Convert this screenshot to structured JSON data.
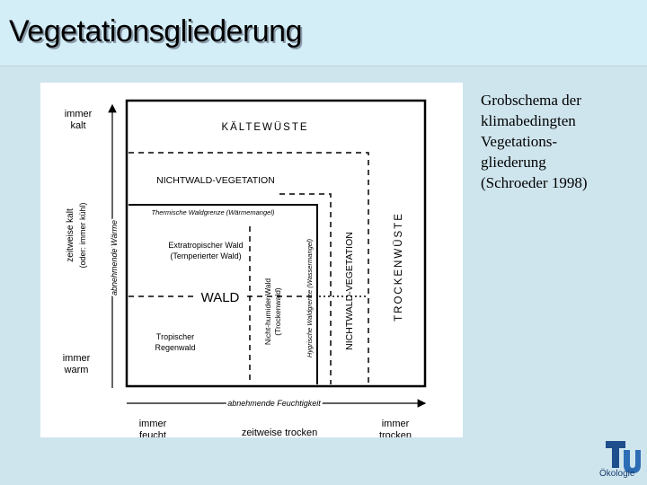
{
  "slide": {
    "title": "Vegetationsgliederung",
    "caption_lines": [
      "Grobschema der",
      "klimabedingten",
      "Vegetations-",
      "gliederung",
      "(Schroeder 1998)"
    ],
    "logo_text": "Ökologie"
  },
  "diagram": {
    "left_labels": {
      "top": [
        "immer",
        "kalt"
      ],
      "middle": "zeitweise kalt",
      "middle_sub": "(oder: immer kühl)",
      "axis": "abnehmende Wärme",
      "bottom": [
        "immer",
        "warm"
      ]
    },
    "bottom_labels": {
      "left": [
        "immer",
        "feucht"
      ],
      "middle": "zeitweise trocken",
      "right": [
        "immer",
        "trocken"
      ],
      "axis": "abnehmende Feuchtigkeit"
    },
    "zones": {
      "kaeltewueste": "KÄLTEWÜSTE",
      "nichtwald_top": "NICHTWALD-VEGETATION",
      "thermische": "Thermische Waldgrenze (Wärmemangel)",
      "extratropisch": [
        "Extratropischer Wald",
        "(Temperierter Wald)"
      ],
      "wald": "WALD",
      "tropisch": [
        "Tropischer",
        "Regenwald"
      ],
      "nichthumid": [
        "Nicht-humider Wald",
        "(Trockenwald)"
      ],
      "hygrische": "Hygrische Waldgrenze (Wassermangel)",
      "nichtwald_right": "NICHTWALD-VEGETATION",
      "trockenwueste": "TROCKENWÜSTE"
    }
  }
}
